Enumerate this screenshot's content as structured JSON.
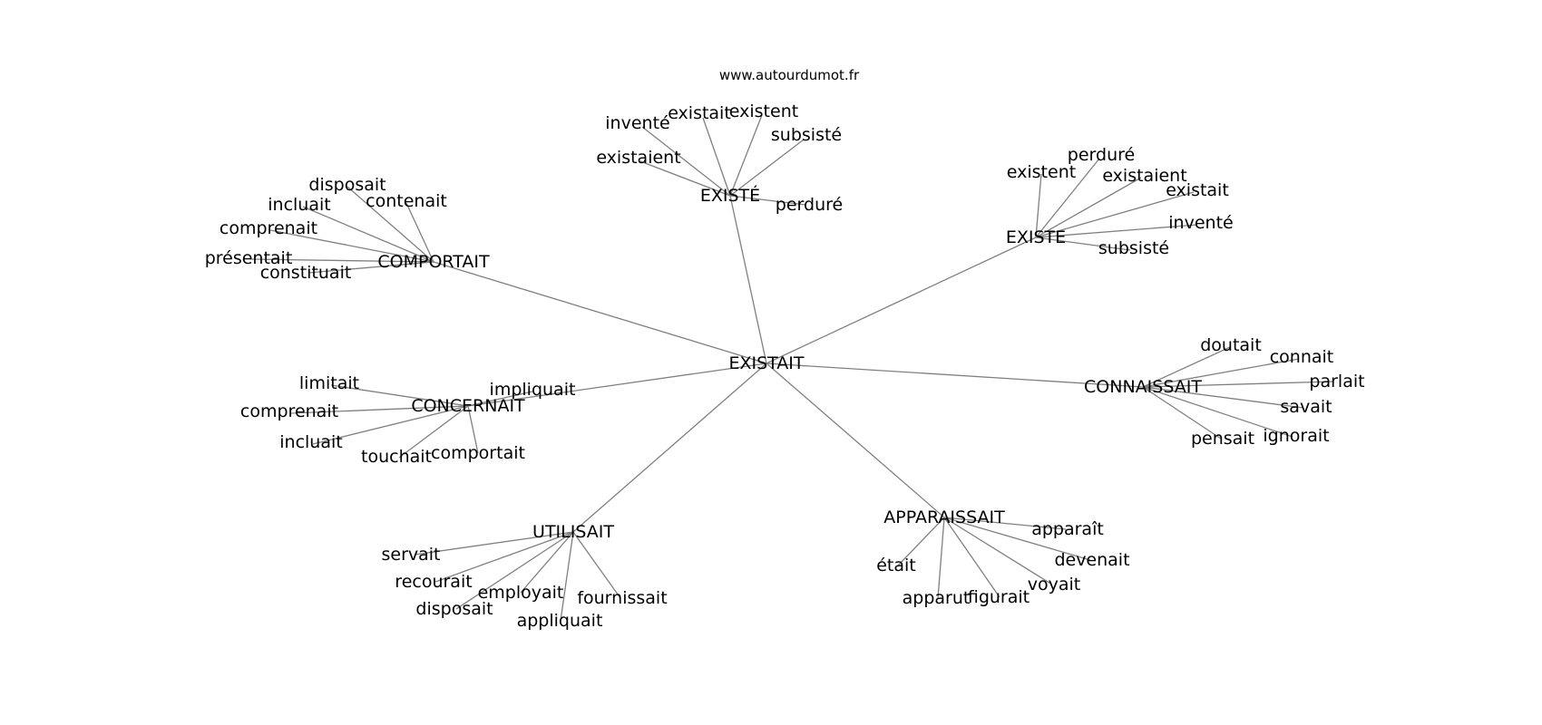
{
  "watermark": "www.autourdumot.fr",
  "colors": {
    "edge": "#808080",
    "text": "#000000",
    "background": "#ffffff"
  },
  "graph": {
    "center": "EXISTAIT",
    "clusters": [
      {
        "hub": "EXISTÉ",
        "words": [
          "inventé",
          "existait",
          "existent",
          "subsisté",
          "existaient",
          "perduré"
        ]
      },
      {
        "hub": "EXISTE",
        "words": [
          "perduré",
          "existent",
          "existaient",
          "existait",
          "inventé",
          "subsisté"
        ]
      },
      {
        "hub": "COMPORTAIT",
        "words": [
          "disposait",
          "incluait",
          "contenait",
          "comprenait",
          "présentait",
          "constituait"
        ]
      },
      {
        "hub": "CONCERNAIT",
        "words": [
          "limitait",
          "impliquait",
          "comprenait",
          "incluait",
          "touchait",
          "comportait"
        ]
      },
      {
        "hub": "CONNAISSAIT",
        "words": [
          "doutait",
          "connait",
          "parlait",
          "savait",
          "ignorait",
          "pensait"
        ]
      },
      {
        "hub": "UTILISAIT",
        "words": [
          "servait",
          "recourait",
          "employait",
          "disposait",
          "fournissait",
          "appliquait"
        ]
      },
      {
        "hub": "APPARAISSAIT",
        "words": [
          "apparaît",
          "devenait",
          "était",
          "voyait",
          "apparut",
          "figurait"
        ]
      }
    ]
  }
}
